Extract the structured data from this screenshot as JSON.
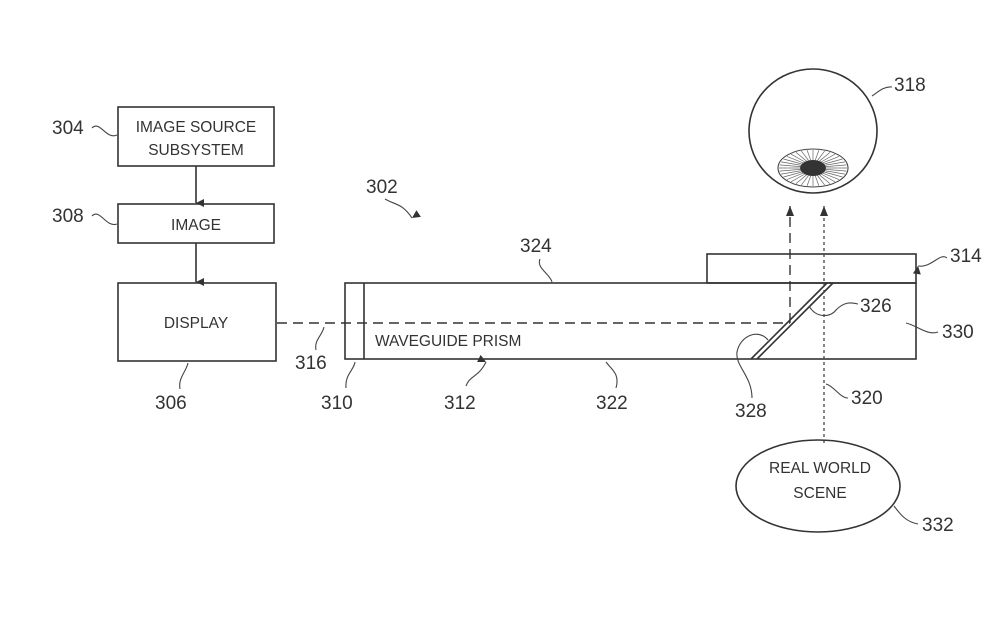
{
  "figure": {
    "boxes": {
      "image_source": {
        "line1": "IMAGE SOURCE",
        "line2": "SUBSYSTEM",
        "ref": "304"
      },
      "image": {
        "label": "IMAGE",
        "ref": "308"
      },
      "display": {
        "label": "DISPLAY",
        "ref": "306"
      }
    },
    "waveguide": {
      "label": "WAVEGUIDE PRISM",
      "ref_system": "302",
      "ref_input": "310",
      "ref_prism": "312",
      "ref_bottom": "322",
      "ref_top": "324",
      "ref_combiner": "326",
      "ref_angle": "328",
      "ref_end": "330",
      "ref_compensator": "314"
    },
    "rays": {
      "display_ray": "316",
      "world_ray": "320"
    },
    "eye": {
      "ref": "318"
    },
    "scene": {
      "line1": "REAL WORLD",
      "line2": "SCENE",
      "ref": "332"
    }
  }
}
